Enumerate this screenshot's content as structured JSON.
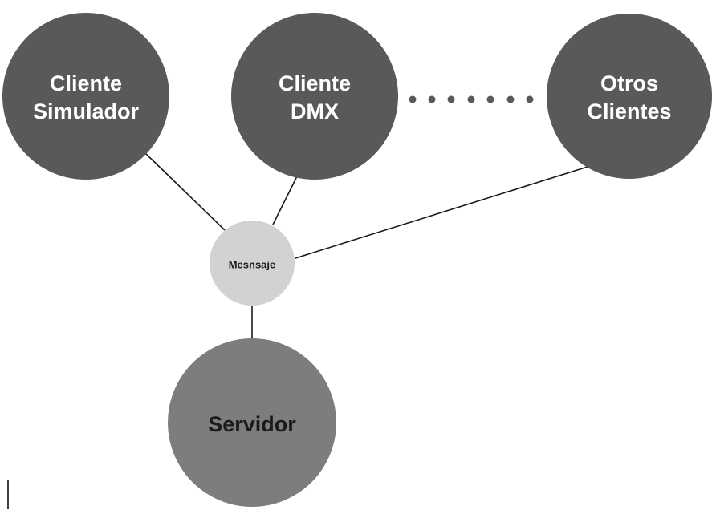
{
  "nodes": {
    "cliente_simulador": {
      "line1": "Cliente",
      "line2": "Simulador"
    },
    "cliente_dmx": {
      "line1": "Cliente",
      "line2": "DMX"
    },
    "otros_clientes": {
      "line1": "Otros",
      "line2": "Clientes"
    },
    "mensaje": {
      "label": "Mesnsaje"
    },
    "servidor": {
      "label": "Servidor"
    }
  },
  "colors": {
    "client_fill": "#585a5a",
    "message_fill": "#d2d2d2",
    "server_fill": "#7d7d7d",
    "label_light": "#ffffff",
    "label_dark": "#1a1a1a",
    "connector": "#1a1a1a"
  }
}
